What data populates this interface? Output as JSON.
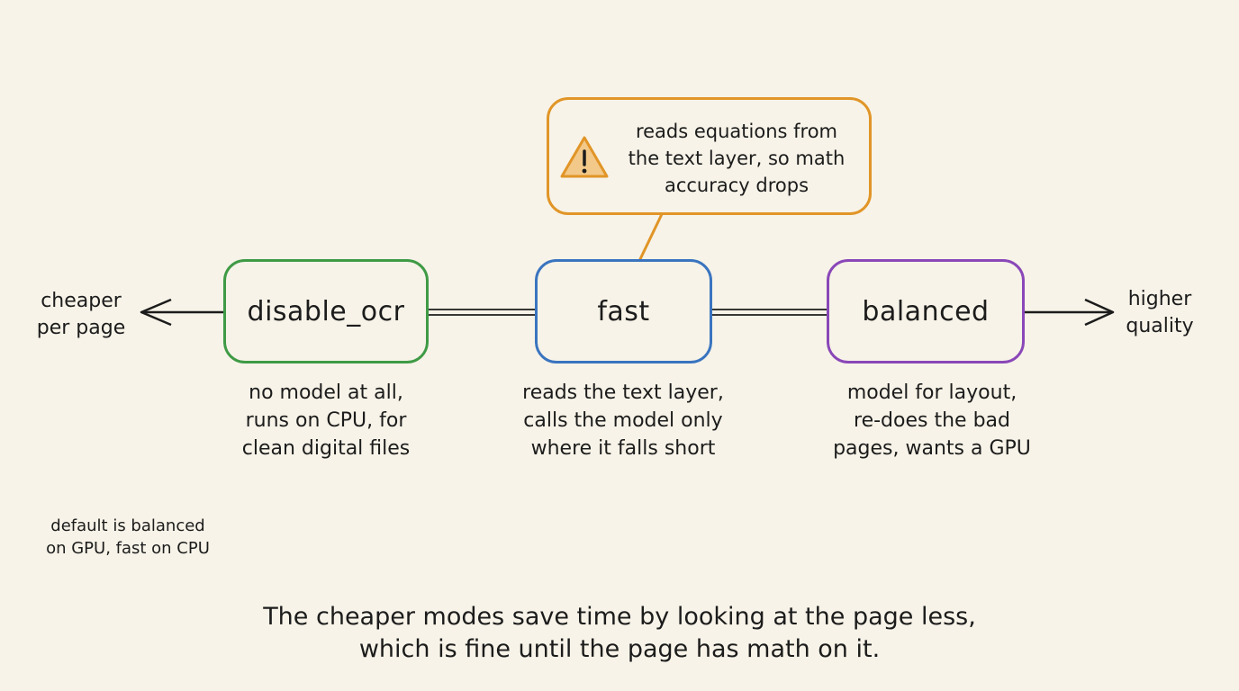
{
  "colors": {
    "background": "#f7f3e8",
    "ink": "#1c1c1c",
    "disable_ocr": "#3f9a45",
    "fast": "#3a74bf",
    "balanced": "#8a47b8",
    "callout": "#e19527"
  },
  "axis": {
    "left_label": [
      "cheaper",
      "per page"
    ],
    "right_label": [
      "higher",
      "quality"
    ]
  },
  "modes": [
    {
      "name": "disable_ocr",
      "description": [
        "no model at all,",
        "runs on CPU, for",
        "clean digital files"
      ]
    },
    {
      "name": "fast",
      "description": [
        "reads the text layer,",
        "calls the model only",
        "where it falls short"
      ]
    },
    {
      "name": "balanced",
      "description": [
        "model for layout,",
        "re-does the bad",
        "pages, wants a GPU"
      ]
    }
  ],
  "callout": {
    "icon": "warning-icon",
    "text": [
      "reads equations from",
      "the text layer, so math",
      "accuracy drops"
    ]
  },
  "note": [
    "default is balanced",
    "on GPU, fast on CPU"
  ],
  "caption": [
    "The cheaper modes save time by looking at the page less,",
    "which is fine until the page has math on it."
  ]
}
